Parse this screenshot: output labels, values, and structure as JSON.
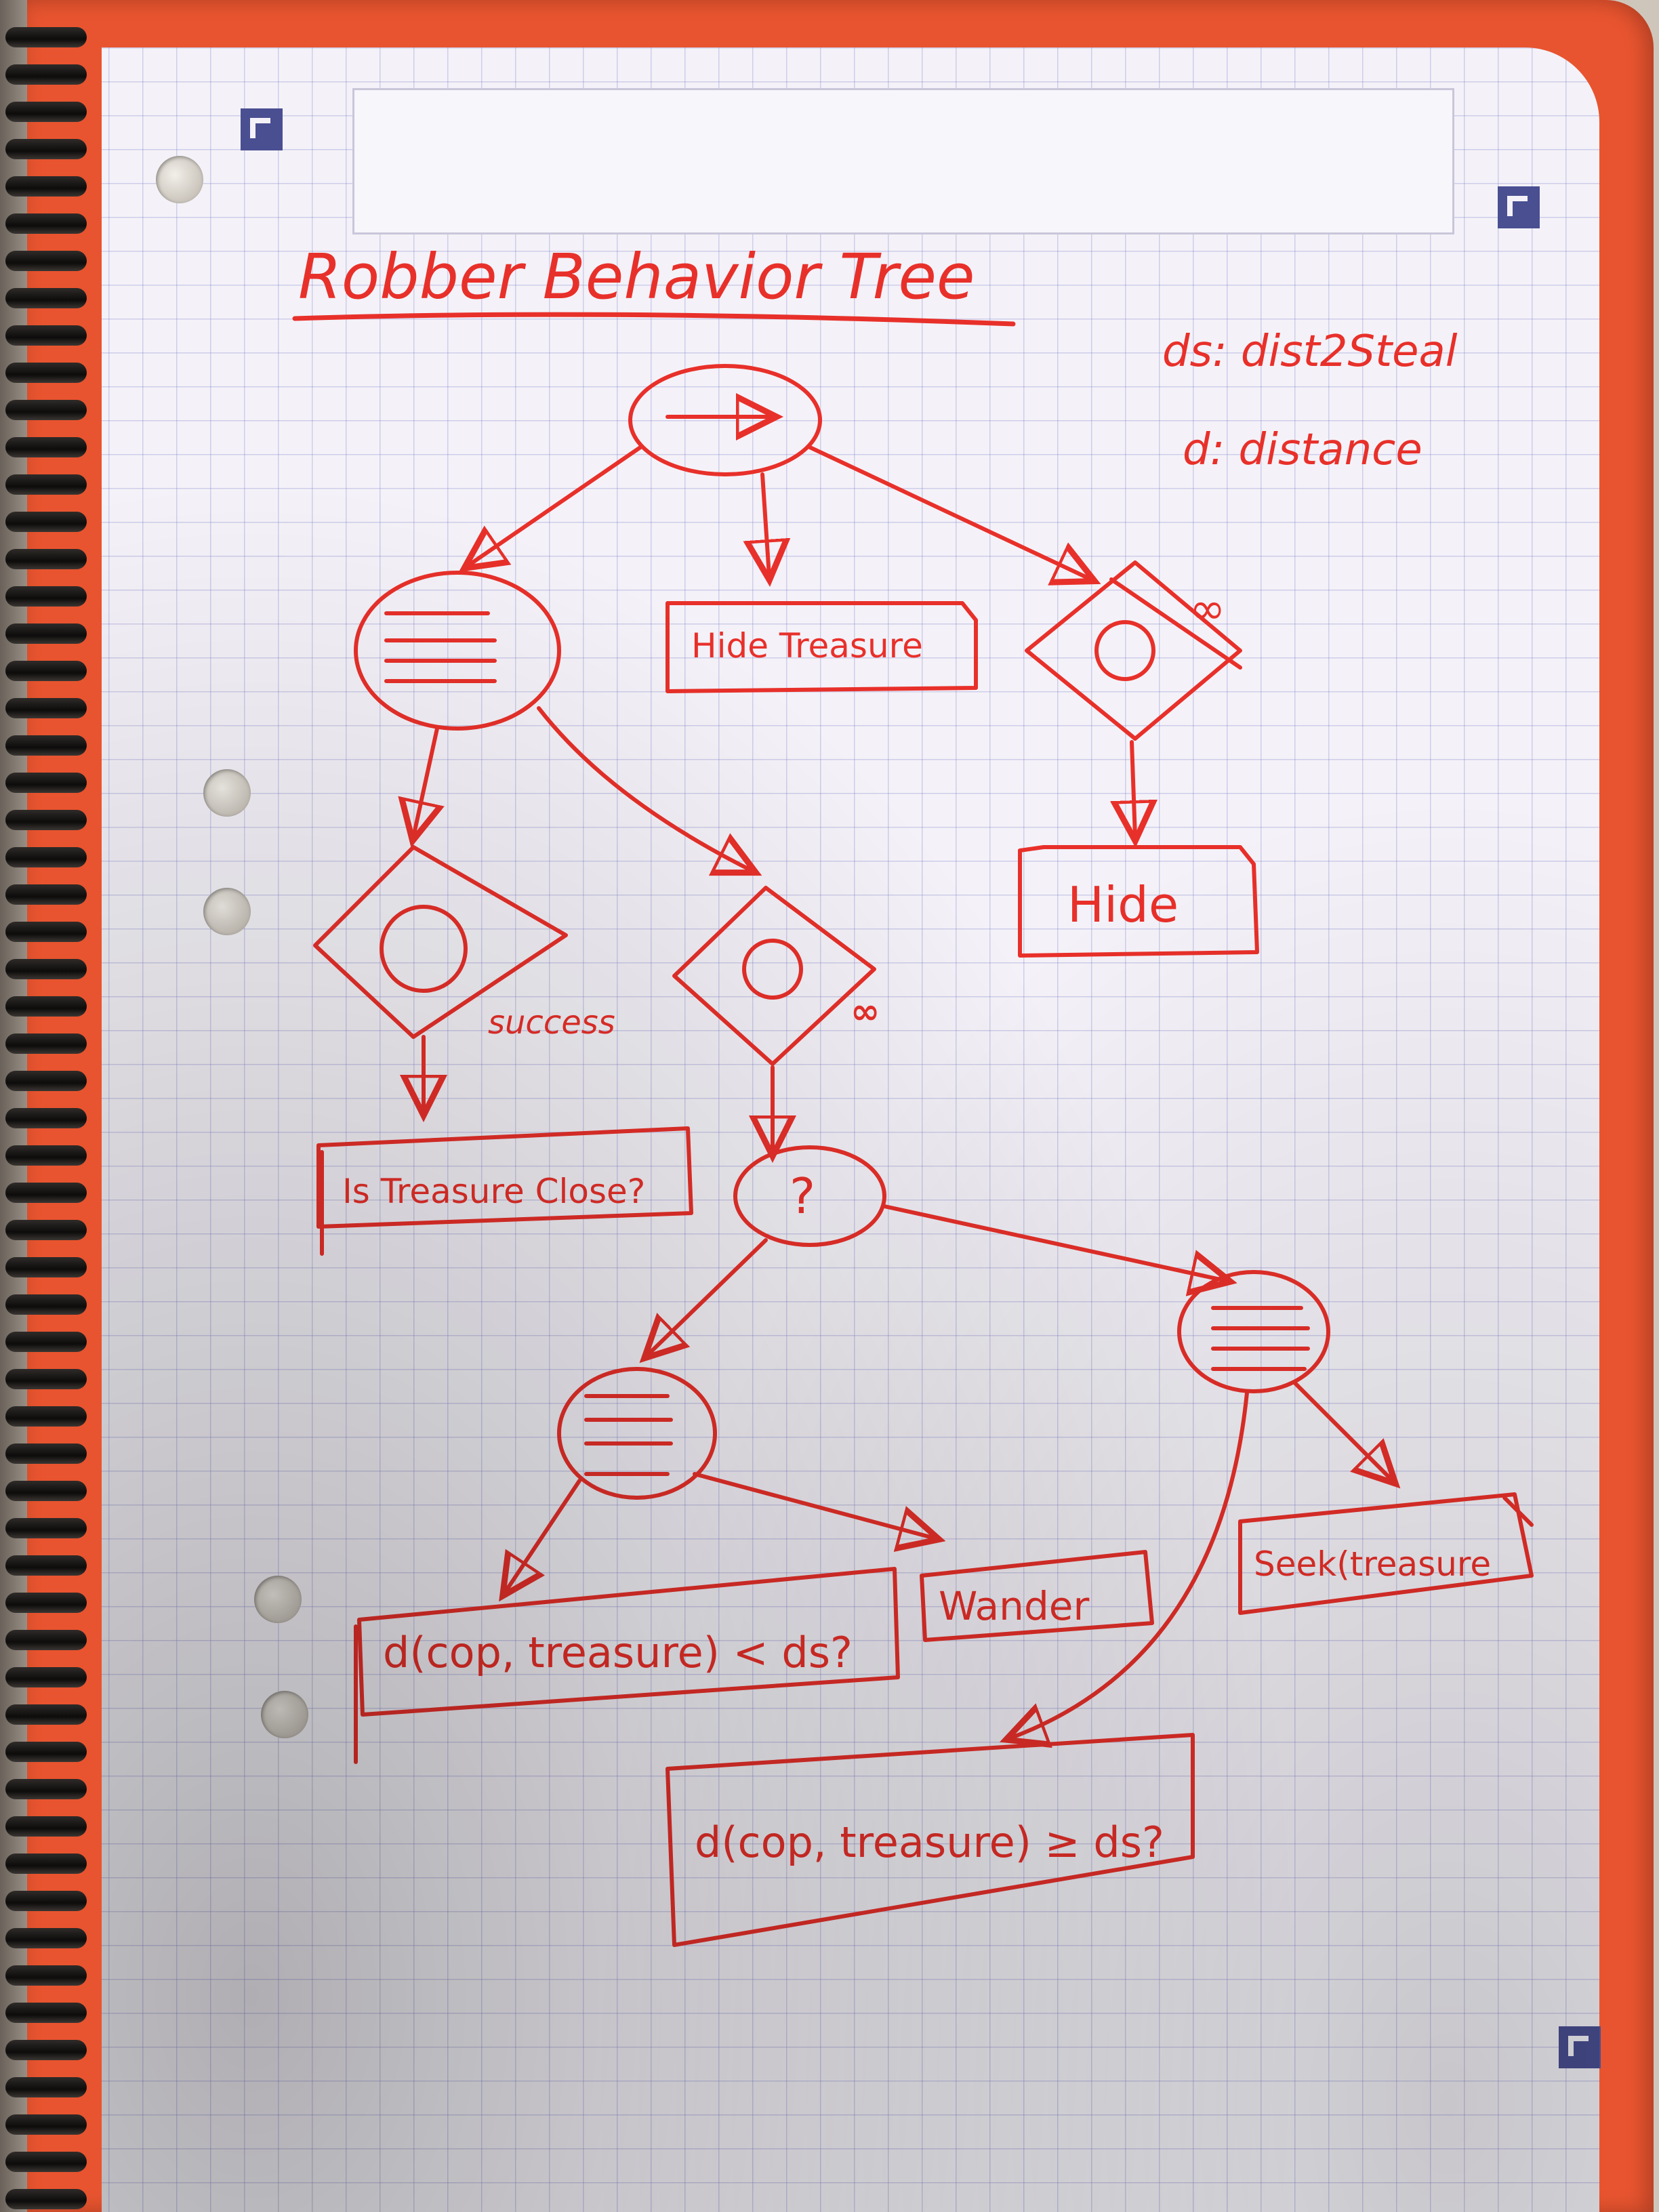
{
  "diagram": {
    "title": "Robber Behavior Tree",
    "legend": [
      "ds: dist2Steal",
      "d: distance"
    ],
    "nodes": {
      "root_sequence": {
        "kind": "sequence",
        "symbol": "→"
      },
      "parallel_left": {
        "kind": "parallel"
      },
      "hide_treasure": {
        "kind": "action",
        "label": "Hide Treasure"
      },
      "repeater_infinite": {
        "kind": "repeater",
        "annotation": "∞"
      },
      "hide": {
        "kind": "action",
        "label": "Hide"
      },
      "repeat_until_success": {
        "kind": "repeater",
        "annotation": "success"
      },
      "is_treasure_close": {
        "kind": "condition",
        "label": "Is Treasure Close?"
      },
      "repeater_loop": {
        "kind": "repeater",
        "annotation": "∞"
      },
      "selector": {
        "kind": "selector",
        "symbol": "?"
      },
      "parallel_wander": {
        "kind": "parallel"
      },
      "parallel_seek": {
        "kind": "parallel"
      },
      "cond_less": {
        "kind": "condition",
        "label": "d(cop, treasure) < ds?"
      },
      "wander": {
        "kind": "action",
        "label": "Wander"
      },
      "seek_treasure": {
        "kind": "action",
        "label": "Seek(treasure"
      },
      "cond_geq": {
        "kind": "condition",
        "label": "d(cop, treasure) ≥ ds?"
      }
    }
  },
  "colors": {
    "ink": "#e8302a",
    "cover": "#e8542f",
    "grid": "#8a8ad0",
    "marker": "#4a4f92"
  }
}
